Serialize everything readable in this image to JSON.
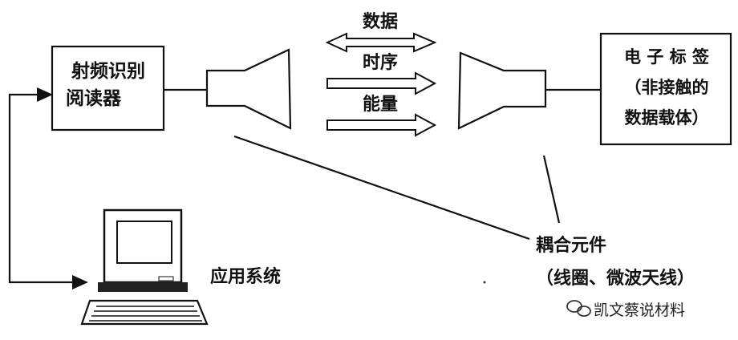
{
  "reader": {
    "line1": "射频识别",
    "line2": "阅读器"
  },
  "tag": {
    "line1": "电 子 标 签",
    "line2": "（非接触的",
    "line3": "数据载体）"
  },
  "signals": {
    "data": "数据",
    "timing": "时序",
    "energy": "能量"
  },
  "coupling": {
    "line1": "耦合元件",
    "line2": "（线圈、微波天线）"
  },
  "application": {
    "label": "应用系统"
  },
  "watermark": {
    "text": "凯文蔡说材料",
    "icon": "wechat-icon"
  }
}
